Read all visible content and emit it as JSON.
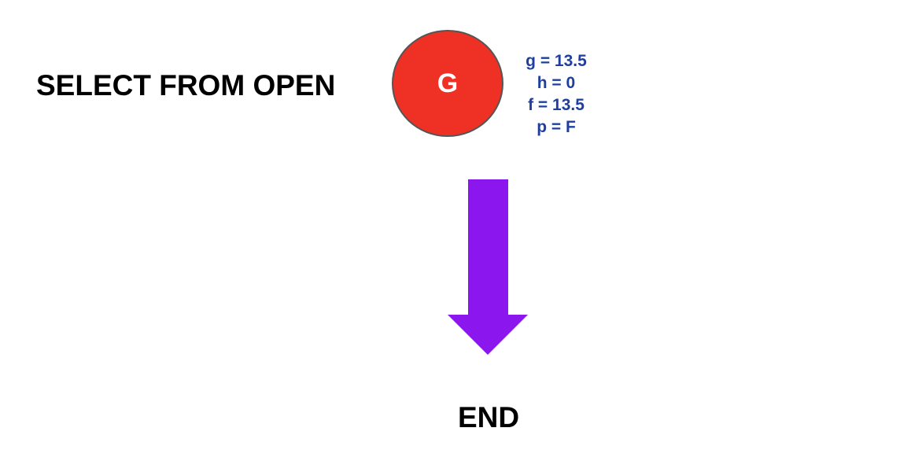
{
  "heading": "SELECT FROM OPEN",
  "node": {
    "label": "G",
    "fill_color": "#ee3124",
    "stats": [
      "g = 13.5",
      "h = 0",
      "f = 13.5",
      "p = F"
    ],
    "stats_color": "#1f3fa0"
  },
  "arrow": {
    "icon": "down-arrow-icon",
    "color": "#8b17ee"
  },
  "end_label": "END"
}
